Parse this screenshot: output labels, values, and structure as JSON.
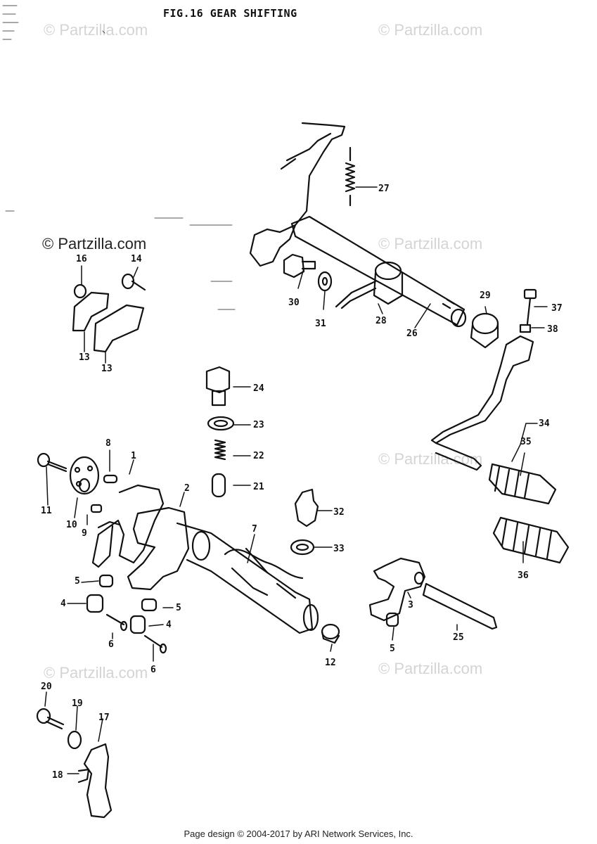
{
  "figure_title": "FIG.16  GEAR SHIFTING",
  "watermarks": [
    "© Partzilla.com",
    "© Partzilla.com",
    "© Partzilla.com",
    "© Partzilla.com",
    "© Partzilla.com",
    "© Partzilla.com",
    "© Partzilla.com"
  ],
  "footer": "Page design © 2004-2017 by ARI Network Services, Inc.",
  "callouts": {
    "p1": "1",
    "p2": "2",
    "p3": "3",
    "p4a": "4",
    "p4b": "4",
    "p5a": "5",
    "p5b": "5",
    "p5c": "5",
    "p6a": "6",
    "p6b": "6",
    "p7": "7",
    "p8": "8",
    "p9": "9",
    "p10": "10",
    "p11": "11",
    "p12": "12",
    "p13a": "13",
    "p13b": "13",
    "p14": "14",
    "p16": "16",
    "p17": "17",
    "p18": "18",
    "p19": "19",
    "p20": "20",
    "p21": "21",
    "p22": "22",
    "p23": "23",
    "p24": "24",
    "p25": "25",
    "p26": "26",
    "p27": "27",
    "p28": "28",
    "p29": "29",
    "p30": "30",
    "p31": "31",
    "p32": "32",
    "p33": "33",
    "p34": "34",
    "p35": "35",
    "p36": "36",
    "p37": "37",
    "p38": "38"
  }
}
